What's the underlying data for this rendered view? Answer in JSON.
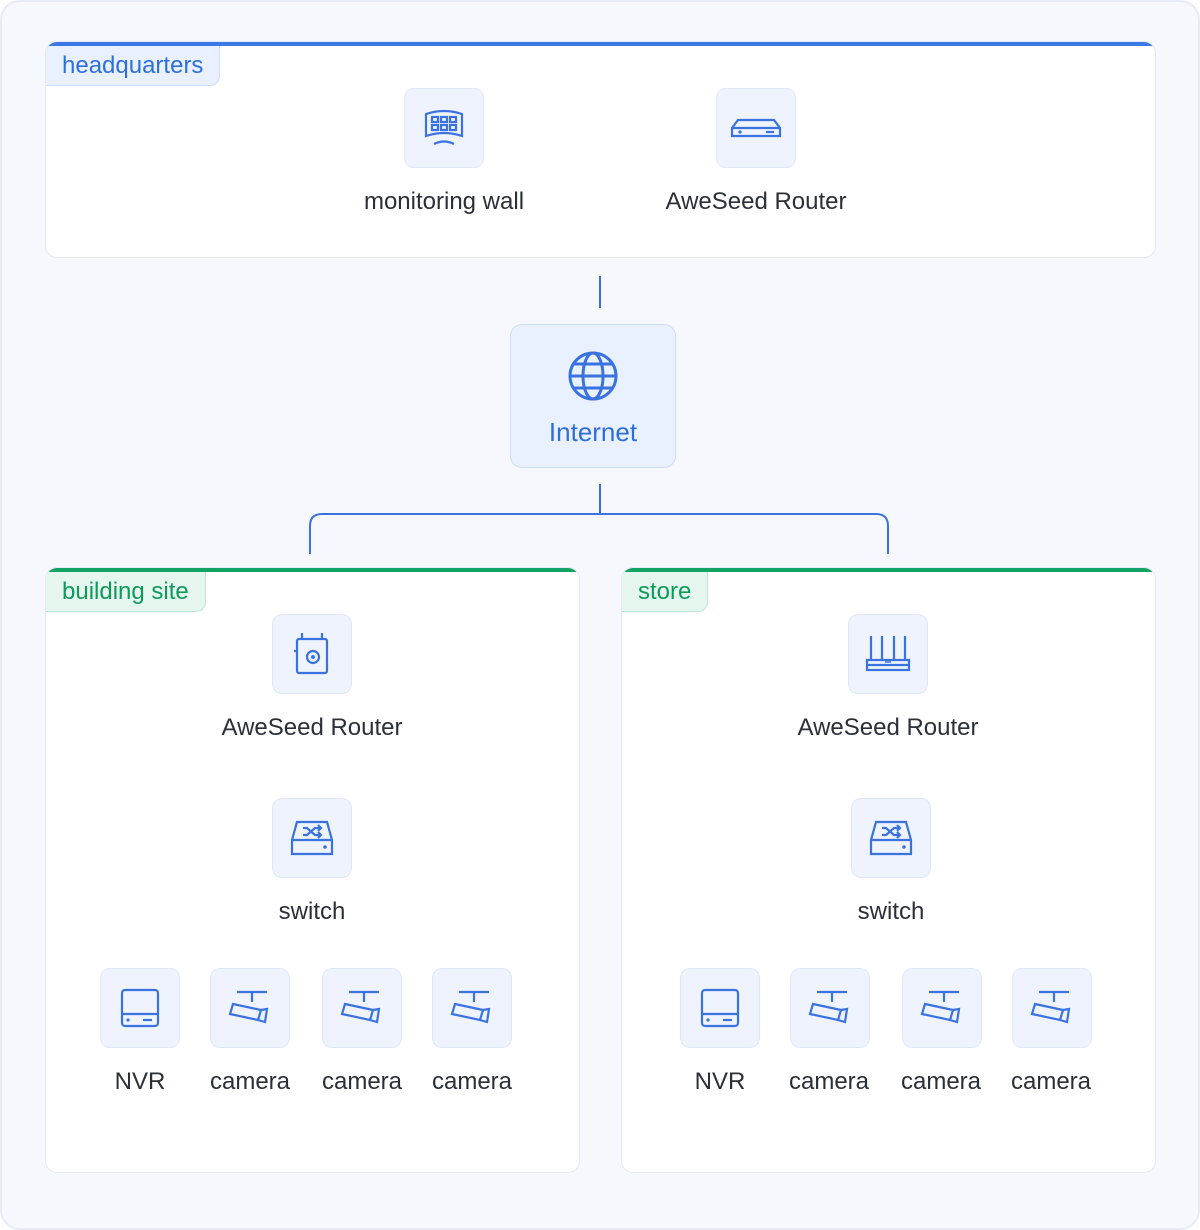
{
  "colors": {
    "accent_blue": "#2f6fdc",
    "accent_green": "#0f9a5c",
    "icon_blue": "#3a73e0",
    "line": "#c8d6f2"
  },
  "headquarters": {
    "title": "headquarters",
    "nodes": [
      {
        "label": "monitoring wall",
        "icon": "monitoring-wall-icon"
      },
      {
        "label": "AweSeed Router",
        "icon": "router-icon"
      }
    ]
  },
  "internet": {
    "label": "Internet",
    "icon": "globe-icon"
  },
  "building_site": {
    "title": "building site",
    "router": {
      "label": "AweSeed Router",
      "icon": "industrial-router-icon"
    },
    "switch": {
      "label": "switch",
      "icon": "switch-icon"
    },
    "devices": [
      {
        "label": "NVR",
        "icon": "nvr-icon"
      },
      {
        "label": "camera",
        "icon": "camera-icon"
      },
      {
        "label": "camera",
        "icon": "camera-icon"
      },
      {
        "label": "camera",
        "icon": "camera-icon"
      }
    ]
  },
  "store": {
    "title": "store",
    "router": {
      "label": "AweSeed Router",
      "icon": "wifi-router-icon"
    },
    "switch": {
      "label": "switch",
      "icon": "switch-icon"
    },
    "devices": [
      {
        "label": "NVR",
        "icon": "nvr-icon"
      },
      {
        "label": "camera",
        "icon": "camera-icon"
      },
      {
        "label": "camera",
        "icon": "camera-icon"
      },
      {
        "label": "camera",
        "icon": "camera-icon"
      }
    ]
  }
}
